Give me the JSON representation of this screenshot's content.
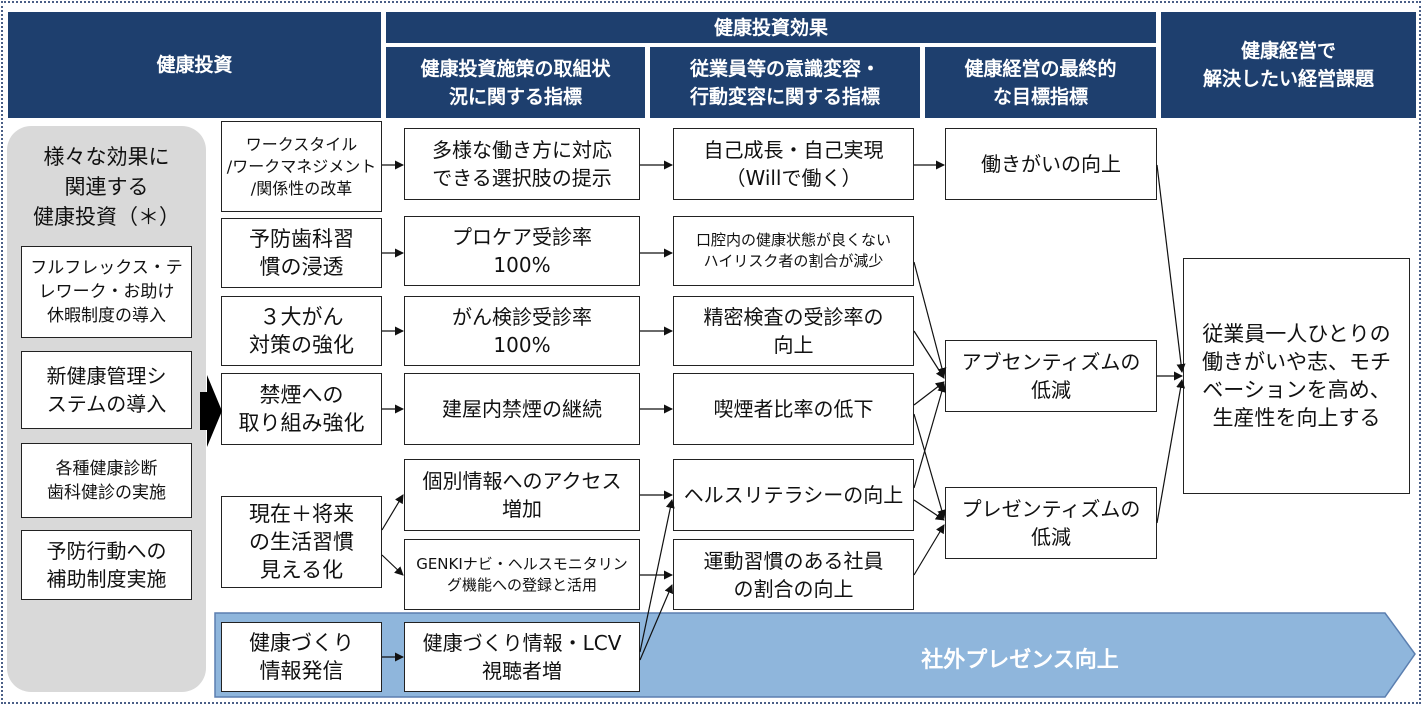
{
  "headers": {
    "investment": "健康投資",
    "effect": "健康投資効果",
    "policy_metrics": "健康投資施策の取組状\n況に関する指標",
    "behavior_metrics": "従業員等の意識変容・\n行動変容に関する指標",
    "final_metrics": "健康経営の最終的\nな目標指標",
    "issues": "健康経営で\n解決したい経営課題"
  },
  "left_panel": {
    "title": "様々な効果に\n関連する\n健康投資（＊）",
    "items": [
      "フルフレックス・テ\nレワーク・お助け\n休暇制度の導入",
      "新健康管理シ\nステムの導入",
      "各種健康診断\n歯科健診の実施",
      "予防行動への\n補助制度実施"
    ]
  },
  "initiatives": [
    "ワークスタイル\n/ワークマネジメント\n/関係性の改革",
    "予防歯科習\n慣の浸透",
    "３大がん\n対策の強化",
    "禁煙への\n取り組み強化",
    "現在＋将来\nの生活習慣\n見える化",
    "健康づくり\n情報発信"
  ],
  "policy_indicators": [
    "多様な働き方に対応\nできる選択肢の提示",
    "プロケア受診率\n100%",
    "がん検診受診率\n100%",
    "建屋内禁煙の継続",
    "個別情報へのアクセス\n増加",
    "GENKIナビ・ヘルスモニタリン\nグ機能への登録と活用",
    "健康づくり情報・LCV\n視聴者増"
  ],
  "behavior_indicators": [
    "自己成長・自己実現\n（Willで働く）",
    "口腔内の健康状態が良くない\nハイリスク者の割合が減少",
    "精密検査の受診率の\n向上",
    "喫煙者比率の低下",
    "ヘルスリテラシーの向上",
    "運動習慣のある社員\nの割合の向上"
  ],
  "final_indicators": [
    "働きがいの向上",
    "アブセンティズムの\n低減",
    "プレゼンティズムの\n低減"
  ],
  "management_issue": "従業員一人ひとりの\n働きがいや志、モチ\nベーションを高め、\n生産性を向上する",
  "band_label": "社外プレゼンス向上",
  "colors": {
    "header_navy": "#1e3f6e",
    "band_blue": "#8fb6dc",
    "panel_gray": "#d9d9d9"
  }
}
